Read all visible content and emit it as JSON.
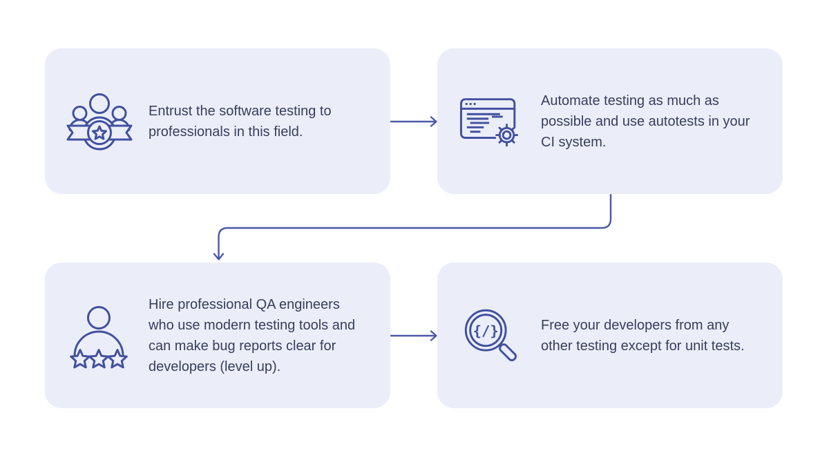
{
  "colors": {
    "page_bg": "#FFFFFF",
    "card_bg": "#EBEEF9",
    "accent": "#4B58A8",
    "icon": "#41509E",
    "text": "#383D5C"
  },
  "steps": [
    {
      "id": "step-1",
      "icon": "team-badge-icon",
      "text": "Entrust the software testing to professionals in this field."
    },
    {
      "id": "step-2",
      "icon": "browser-gear-icon",
      "text": "Automate testing as much as possible and use autotests in your CI system."
    },
    {
      "id": "step-3",
      "icon": "qa-engineer-stars-icon",
      "text": "Hire professional QA engineers who use modern testing tools and can make bug reports clear for developers (level up)."
    },
    {
      "id": "step-4",
      "icon": "code-magnifier-icon",
      "text": "Free your developers from any other testing except for unit tests."
    }
  ],
  "icon_glyphs": {
    "magnifier_code": "{/}"
  },
  "connectors": [
    {
      "from": "step-1",
      "to": "step-2",
      "shape": "straight-right-arrow"
    },
    {
      "from": "step-2",
      "to": "step-3",
      "shape": "elbow-down-left-down-arrow"
    },
    {
      "from": "step-3",
      "to": "step-4",
      "shape": "straight-right-arrow"
    }
  ]
}
